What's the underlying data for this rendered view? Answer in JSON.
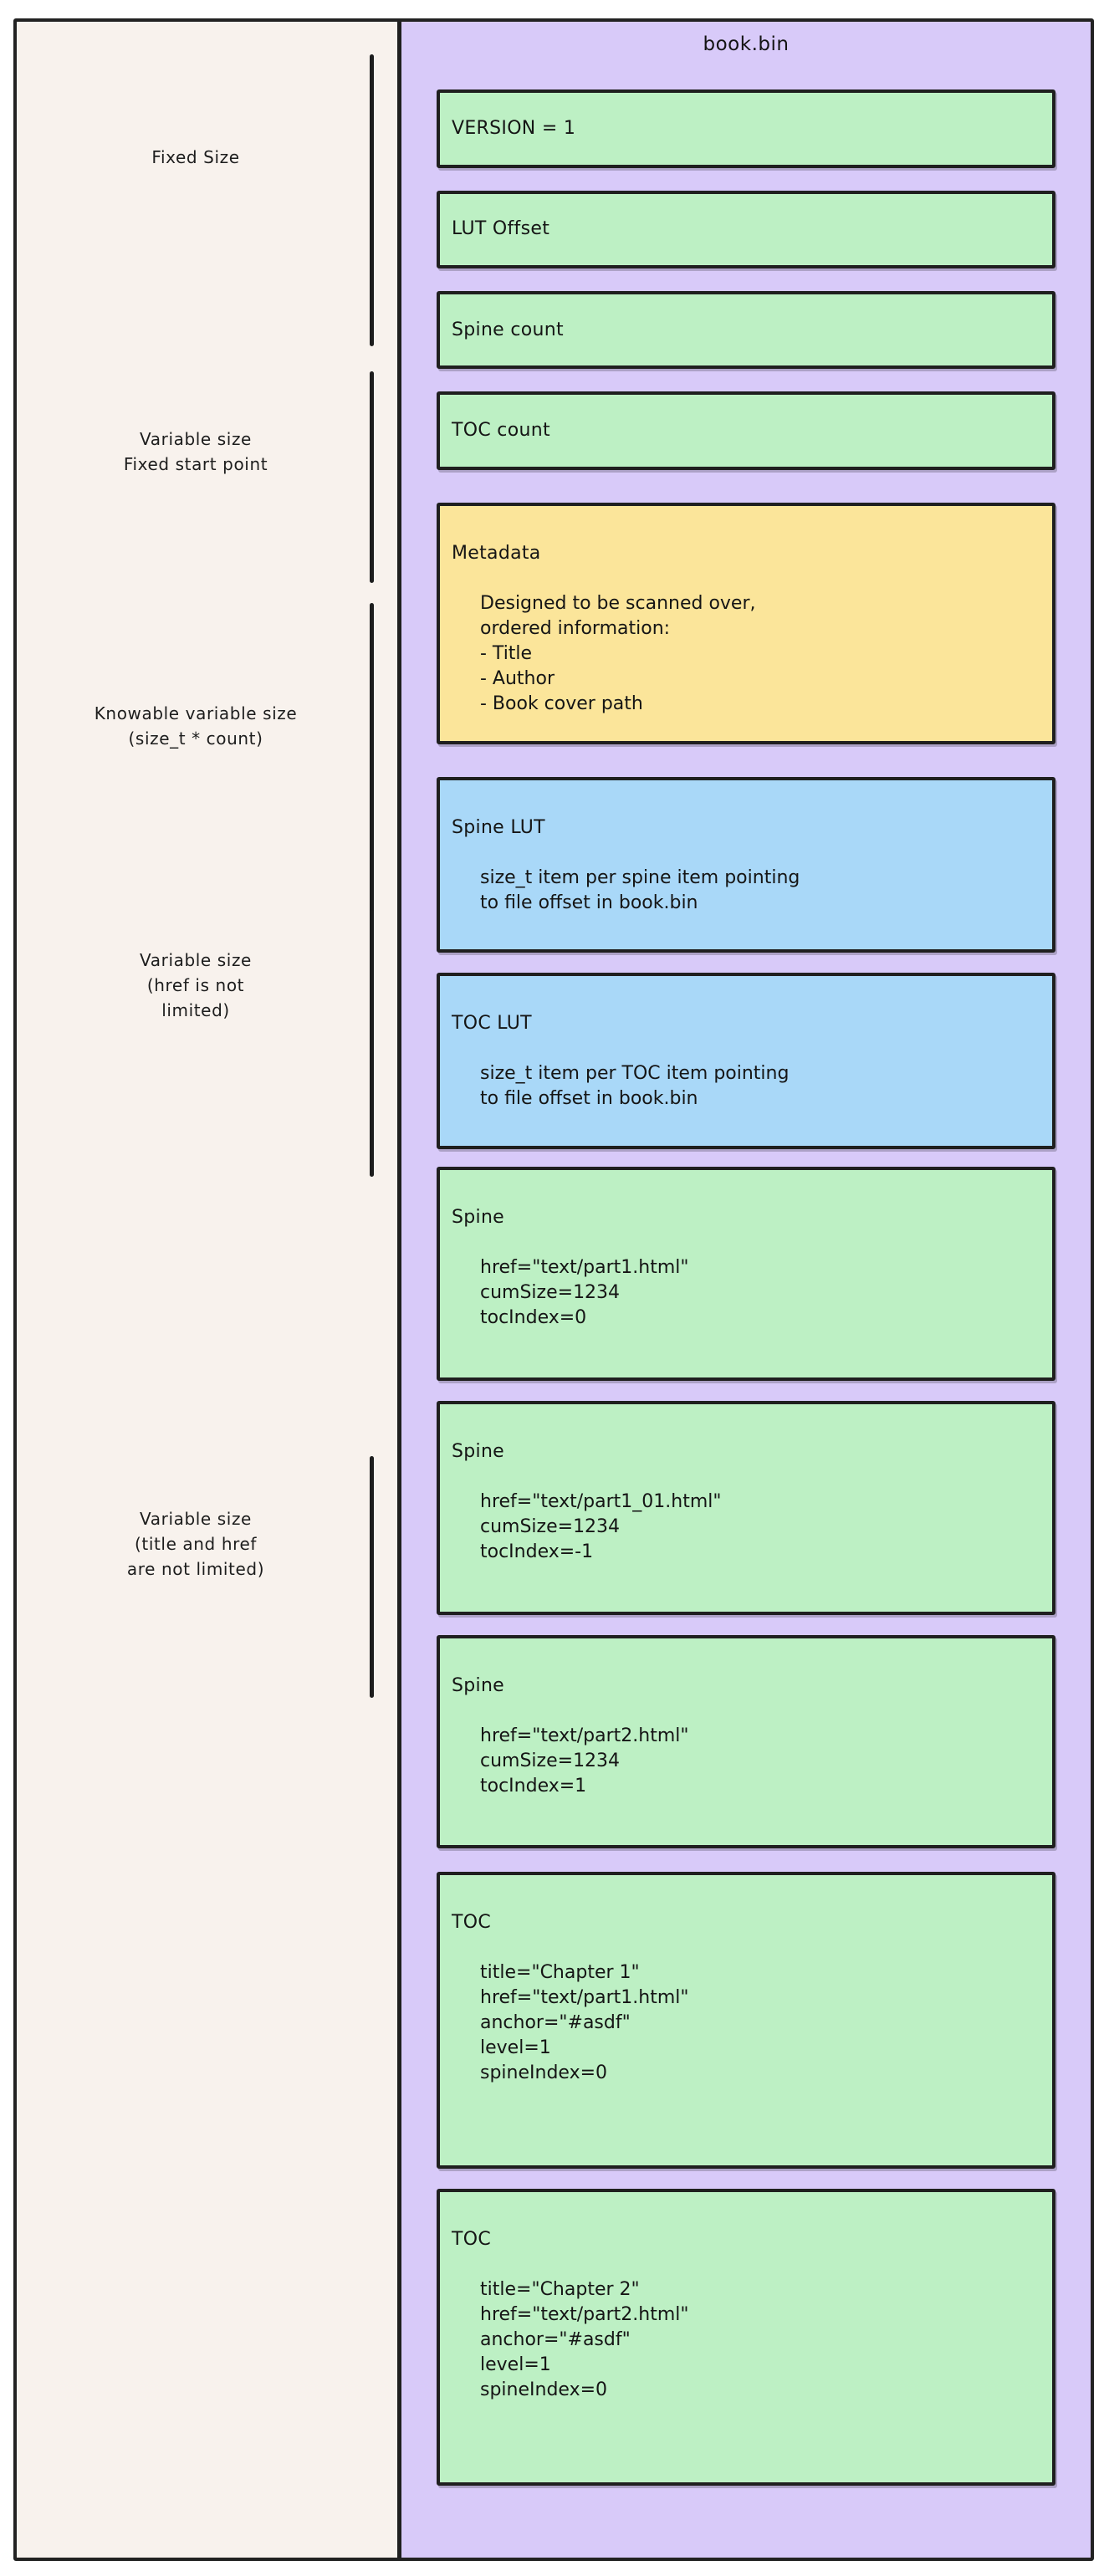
{
  "diagram": {
    "file_title": "book.bin",
    "colors": {
      "container_bg": "#d8caf9",
      "left_bg": "#f8f2ed",
      "green": "#bdf0c4",
      "yellow": "#fbe59a",
      "blue": "#a9d8f8",
      "stroke": "#1f1f1f"
    }
  },
  "groups": [
    {
      "label": "Fixed Size"
    },
    {
      "label": "Variable size\nFixed start point"
    },
    {
      "label": "Knowable variable size\n(size_t * count)"
    },
    {
      "label": "Variable size\n(href is not\nlimited)"
    },
    {
      "label": "Variable size\n(title and href\nare not limited)"
    }
  ],
  "records": [
    {
      "head": "VERSION = 1",
      "body": "",
      "fill": "green"
    },
    {
      "head": "LUT Offset",
      "body": "",
      "fill": "green"
    },
    {
      "head": "Spine count",
      "body": "",
      "fill": "green"
    },
    {
      "head": "TOC count",
      "body": "",
      "fill": "green"
    },
    {
      "head": "Metadata",
      "body": "Designed to be scanned over,\nordered information:\n   - Title\n   - Author\n   - Book cover path",
      "fill": "yellow"
    },
    {
      "head": "Spine LUT",
      "body": "size_t item per spine item pointing\nto file offset in book.bin",
      "fill": "blue"
    },
    {
      "head": "TOC LUT",
      "body": "size_t item per TOC item pointing\nto file offset in book.bin",
      "fill": "blue"
    },
    {
      "head": "Spine",
      "body": "href=\"text/part1.html\"\ncumSize=1234\ntocIndex=0",
      "fill": "green"
    },
    {
      "head": "Spine",
      "body": "href=\"text/part1_01.html\"\ncumSize=1234\ntocIndex=-1",
      "fill": "green"
    },
    {
      "head": "Spine",
      "body": "href=\"text/part2.html\"\ncumSize=1234\ntocIndex=1",
      "fill": "green"
    },
    {
      "head": "TOC",
      "body": "title=\"Chapter 1\"\nhref=\"text/part1.html\"\nanchor=\"#asdf\"\nlevel=1\nspineIndex=0",
      "fill": "green"
    },
    {
      "head": "TOC",
      "body": "title=\"Chapter 2\"\nhref=\"text/part2.html\"\nanchor=\"#asdf\"\nlevel=1\nspineIndex=0",
      "fill": "green"
    }
  ]
}
